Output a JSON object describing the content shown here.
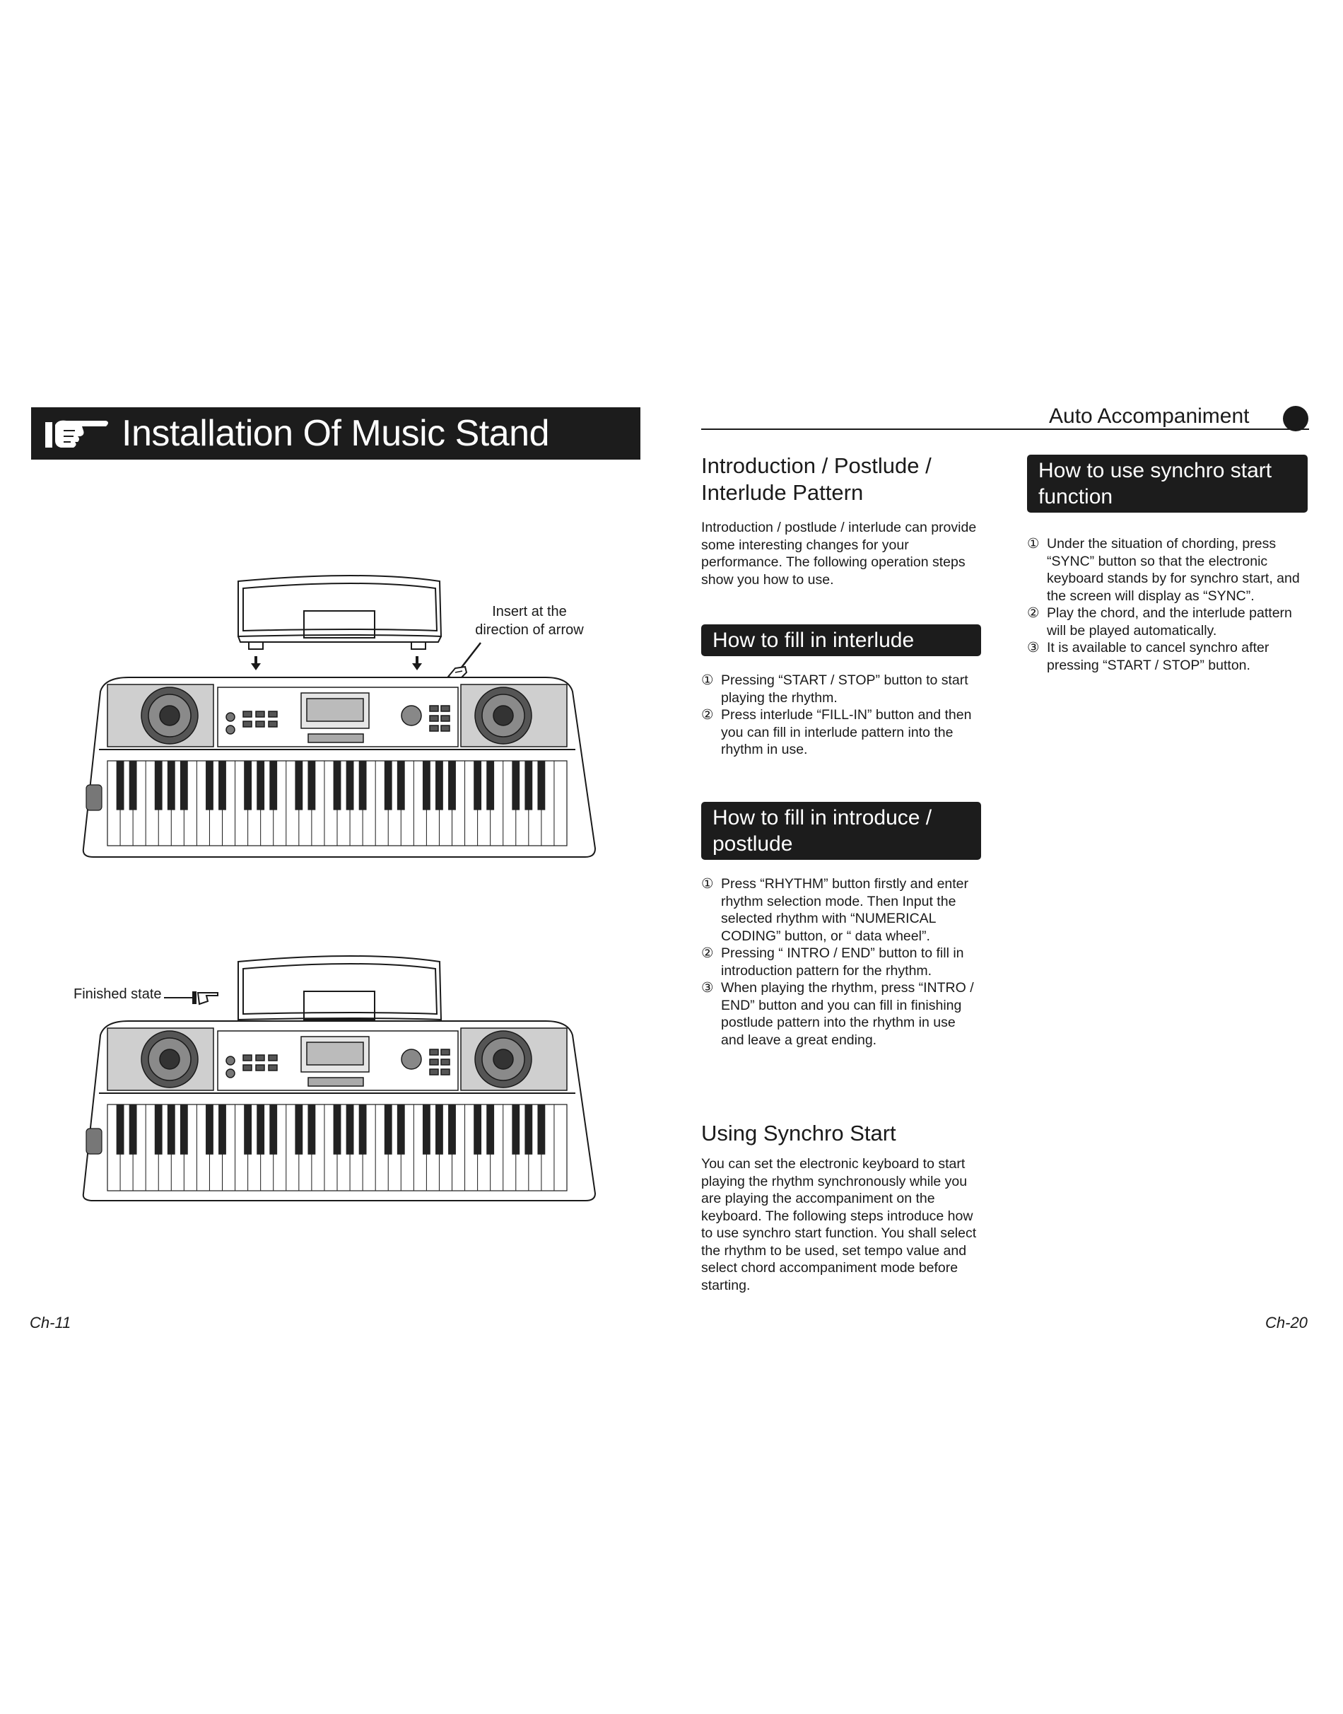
{
  "left_page": {
    "title": "Installation Of Music Stand",
    "caption_insert": "Insert at the direction of arrow",
    "caption_finished": "Finished state",
    "page_number": "Ch-11"
  },
  "right_page": {
    "section_label": "Auto Accompaniment",
    "intro": {
      "heading": "Introduction / Postlude / Interlude Pattern",
      "body": "Introduction / postlude / interlude can provide some interesting changes for your performance. The following operation steps show you how to use."
    },
    "fill_interlude": {
      "heading": "How to fill in interlude",
      "steps": [
        {
          "num": "①",
          "text": "Pressing “START / STOP” button to start playing the rhythm."
        },
        {
          "num": "②",
          "text": "Press interlude “FILL-IN” button and then you can fill in interlude pattern into the rhythm in use."
        }
      ]
    },
    "fill_intro": {
      "heading": "How to fill in introduce / postlude",
      "steps": [
        {
          "num": "①",
          "text": "Press “RHYTHM” button firstly and enter rhythm selection mode. Then Input the selected rhythm with “NUMERICAL CODING” button, or “ data wheel”."
        },
        {
          "num": "②",
          "text": "Pressing “ INTRO / END” button to fill in introduction pattern for the rhythm."
        },
        {
          "num": "③",
          "text": "When playing the rhythm, press “INTRO / END” button and you can fill in finishing postlude pattern into the rhythm in use and leave a great ending."
        }
      ]
    },
    "synchro": {
      "heading": "Using Synchro Start",
      "body": "You can set the electronic keyboard to start playing the rhythm synchronously while you are playing the accompaniment on the keyboard. The following steps introduce how to use synchro start function. You shall select the rhythm to be used, set tempo value and select chord accompaniment mode before starting."
    },
    "synchro_function": {
      "heading": "How to use synchro start function",
      "steps": [
        {
          "num": "①",
          "text": "Under the situation of chording, press “SYNC” button so that the electronic keyboard stands by for synchro start, and the screen will display as “SYNC”."
        },
        {
          "num": "②",
          "text": "Play the chord, and the interlude pattern will be played automatically."
        },
        {
          "num": "③",
          "text": "It is available to cancel synchro after pressing “START / STOP” button."
        }
      ]
    },
    "page_number": "Ch-20"
  }
}
